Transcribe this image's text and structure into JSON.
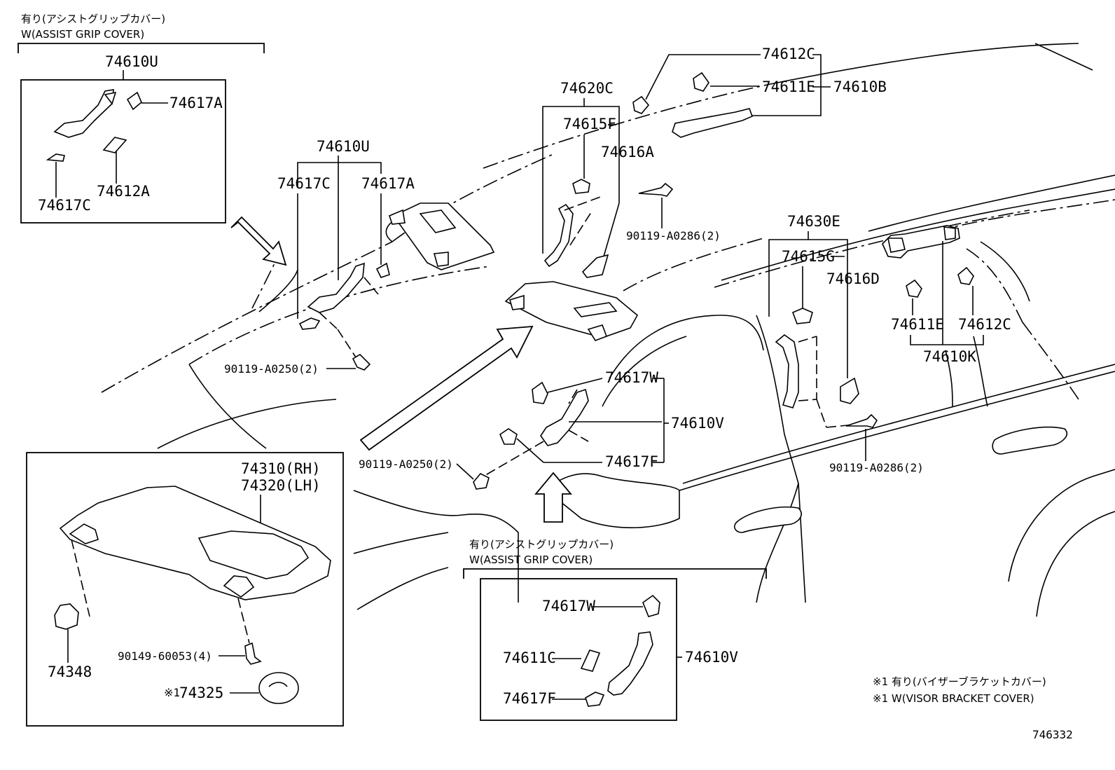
{
  "notes": {
    "assist_grip_jp": "有り(アシストグリップカバー)",
    "assist_grip_en": "W(ASSIST GRIP COVER)",
    "visor_bracket_jp": "※1 有り(バイザーブラケットカバー)",
    "visor_bracket_en": "※1 W(VISOR BRACKET COVER)",
    "ref1": "※1"
  },
  "parts": {
    "p74610U": "74610U",
    "p74617A": "74617A",
    "p74617C": "74617C",
    "p74612A": "74612A",
    "p74612C": "74612C",
    "p74611E": "74611E",
    "p74610B": "74610B",
    "p74620C": "74620C",
    "p74615F": "74615F",
    "p74616A": "74616A",
    "b90119_A0286": "90119-A0286(2)",
    "b90119_A0250": "90119-A0250(2)",
    "p74630E": "74630E",
    "p74615G": "74615G",
    "p74616D": "74616D",
    "p74610K": "74610K",
    "p74617W": "74617W",
    "p74610V": "74610V",
    "p74617F": "74617F",
    "p74310": "74310(RH)",
    "p74320": "74320(LH)",
    "p74348": "74348",
    "b90149_60053": "90149-60053(4)",
    "p74325": "74325",
    "p74611C": "74611C"
  },
  "figure_number": "746332"
}
